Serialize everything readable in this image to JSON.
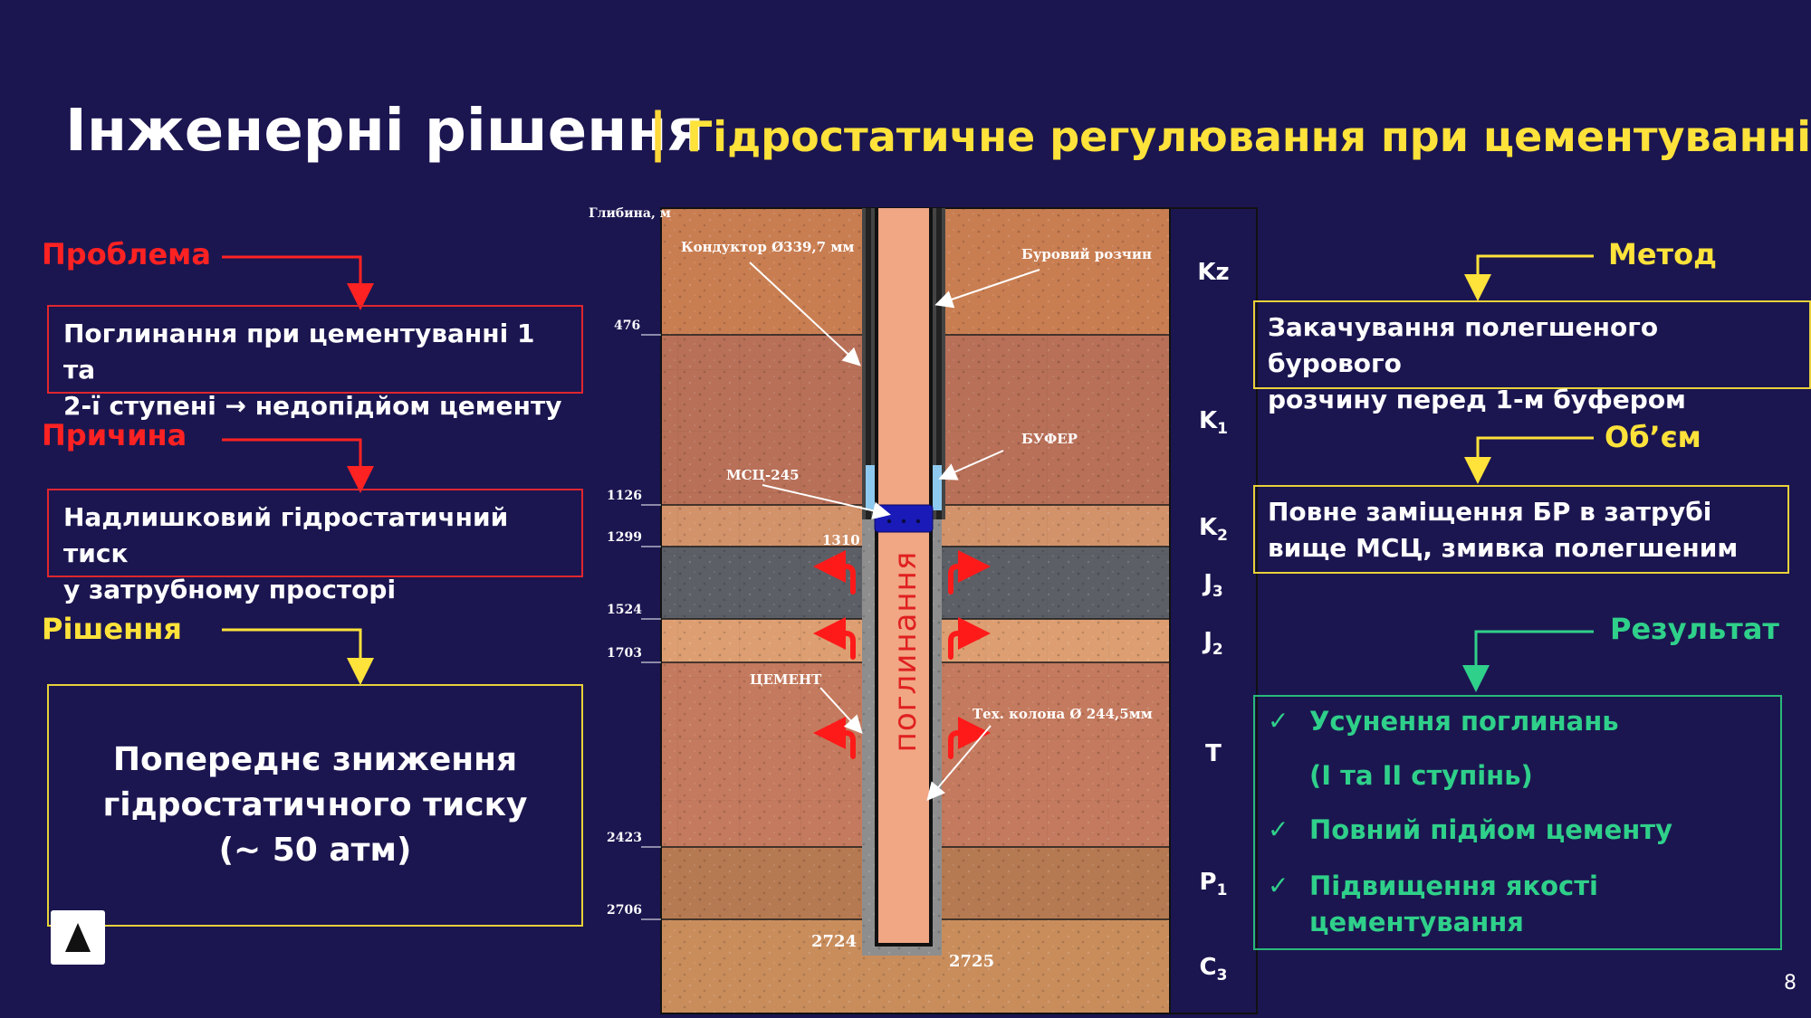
{
  "title": {
    "main": "Інженерні рішення",
    "separator": "|",
    "sub": "Гідростатичне регулювання при цементуванні"
  },
  "left": {
    "problem": {
      "heading": "Проблема",
      "line1": "Поглинання при цементуванні 1 та",
      "line2": "2-ї ступені → недопідйом цементу"
    },
    "cause": {
      "heading": "Причина",
      "line1": "Надлишковий гідростатичний тиск",
      "line2": "у затрубному просторі"
    },
    "solution": {
      "heading": "Рішення",
      "line1": "Попереднє зниження",
      "line2": "гідростатичного тиску",
      "line3": "(~ 50 атм)"
    }
  },
  "right": {
    "method": {
      "heading": "Метод",
      "line1": "Закачування полегшеного бурового",
      "line2": "розчину перед 1-м буфером"
    },
    "volume": {
      "heading": "Об’єм",
      "line1": "Повне заміщення БР в затрубі",
      "line2": "вище МСЦ, змивка  полегшеним"
    },
    "result": {
      "heading": "Результат",
      "check": "✓",
      "item1": "Усунення поглинань",
      "item1b": "(І та ІІ ступінь)",
      "item2": "Повний підйом цементу",
      "item3a": "Підвищення якості",
      "item3b": "цементування"
    }
  },
  "diagram": {
    "depth_header": "Глибина, м",
    "depths": [
      "476",
      "1126",
      "1299",
      "1524",
      "1703",
      "2423",
      "2706"
    ],
    "labels": {
      "conductor": "Кондуктор Ø339,7 мм",
      "mud": "Буровий розчин",
      "buffer": "БУФЕР",
      "msc": "МСЦ-245",
      "msc_depth": "1310",
      "cement": "ЦЕМЕНТ",
      "tech_column": "Тех. колона Ø 244,5мм",
      "bottom1": "2724",
      "bottom2": "2725",
      "loss": "поглинання"
    },
    "strata": [
      {
        "base": "Kz",
        "sub": ""
      },
      {
        "base": "K",
        "sub": "1"
      },
      {
        "base": "K",
        "sub": "2"
      },
      {
        "base": "J",
        "sub": "3"
      },
      {
        "base": "J",
        "sub": "2"
      },
      {
        "base": "T",
        "sub": ""
      },
      {
        "base": "P",
        "sub": "1"
      },
      {
        "base": "C",
        "sub": "3"
      }
    ]
  },
  "colors": {
    "background": "#1b1650",
    "red": "#ff2222",
    "yellow": "#ffe23a",
    "green": "#2fd08a",
    "wellbore": "#f1a684",
    "buffer": "#8ec9ef",
    "msc": "#1a1ab8"
  },
  "icons": {
    "logo": "triangle-logo-icon",
    "check": "check-icon",
    "flow_arrow": "curved-arrow-icon"
  },
  "page_number": "8"
}
